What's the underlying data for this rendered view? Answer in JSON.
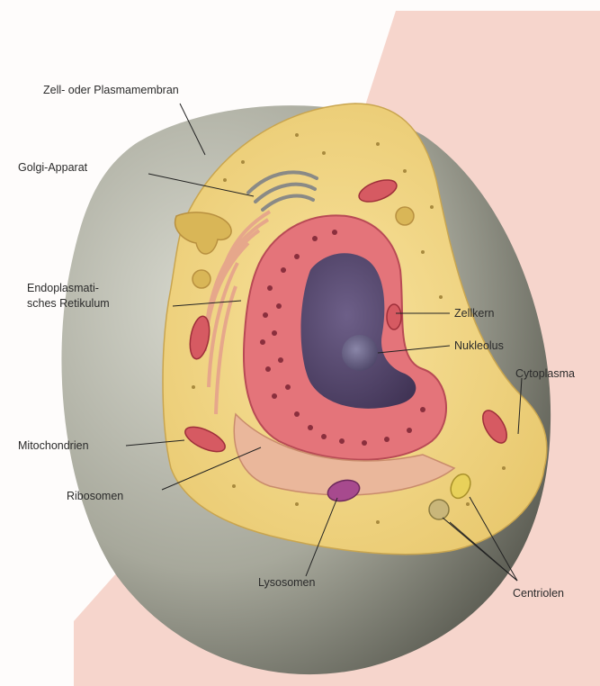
{
  "labels": {
    "plasma_membrane": "Zell- oder Plasmamembran",
    "golgi": "Golgi-Apparat",
    "er_line1": "Endoplasmati-",
    "er_line2": "sches Retikulum",
    "nucleus": "Zellkern",
    "nucleolus": "Nukleolus",
    "cytoplasm": "Cytoplasma",
    "mitochondria": "Mitochondrien",
    "ribosomes": "Ribosomen",
    "lysosomes": "Lysosomen",
    "centrioles": "Centriolen"
  },
  "colors": {
    "background_panel": "#f6d5cc",
    "membrane_shell": "#a7a89b",
    "cytoplasm": "#f2d37c",
    "nucleus_envelope": "#e4747a",
    "nucleoplasm": "#5a4a73",
    "mitochondria": "#d65a62",
    "lysosome": "#a74a8e",
    "centriole": "#e8d15a",
    "leader_line": "#222222"
  }
}
